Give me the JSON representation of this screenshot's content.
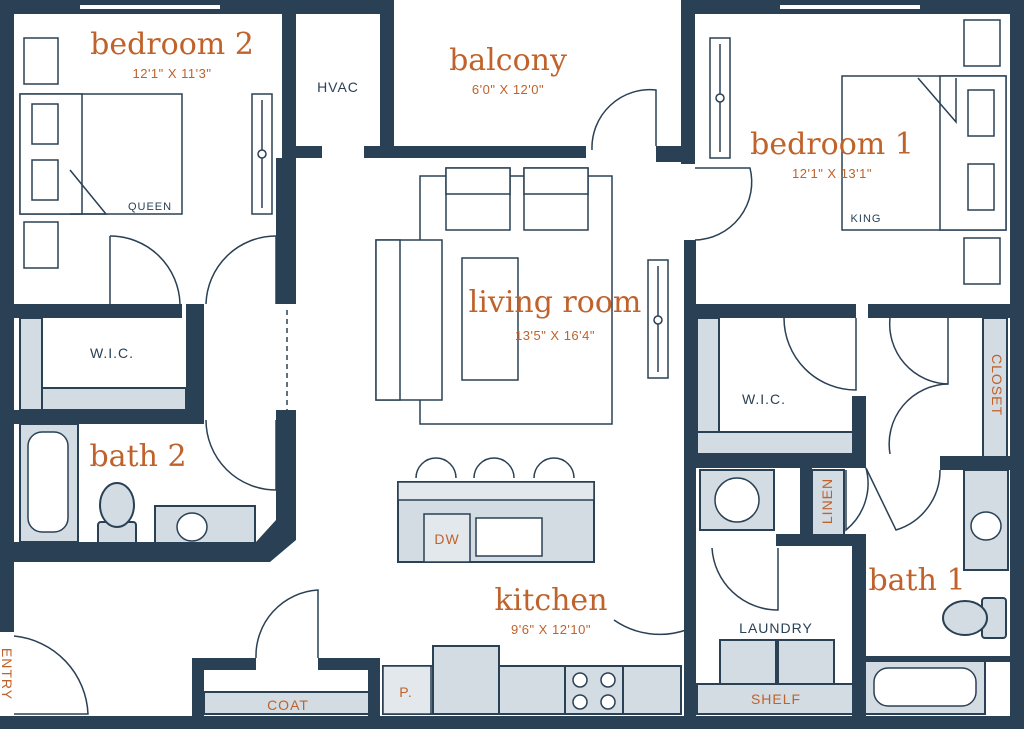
{
  "colors": {
    "wall": "#2a4055",
    "fixture": "#d3dbe3",
    "room_label": "#c0622b",
    "background": "#ffffff"
  },
  "rooms": {
    "bedroom2": {
      "name": "bedroom 2",
      "dims": "12'1\" X 11'3\""
    },
    "balcony": {
      "name": "balcony",
      "dims": "6'0\" X 12'0\""
    },
    "bedroom1": {
      "name": "bedroom 1",
      "dims": "12'1\" X 13'1\""
    },
    "living_room": {
      "name": "living room",
      "dims": "13'5\" X 16'4\""
    },
    "bath2": {
      "name": "bath 2"
    },
    "bath1": {
      "name": "bath 1"
    },
    "kitchen": {
      "name": "kitchen",
      "dims": "9'6\" X 12'10\""
    }
  },
  "labels": {
    "hvac": "HVAC",
    "queen": "QUEEN",
    "king": "KING",
    "wic_left": "W.I.C.",
    "wic_right": "W.I.C.",
    "closet": "CLOSET",
    "linen": "LINEN",
    "dw": "DW",
    "laundry": "LAUNDRY",
    "shelf": "SHELF",
    "coat": "COAT",
    "pantry": "P.",
    "entry": "ENTRY"
  }
}
